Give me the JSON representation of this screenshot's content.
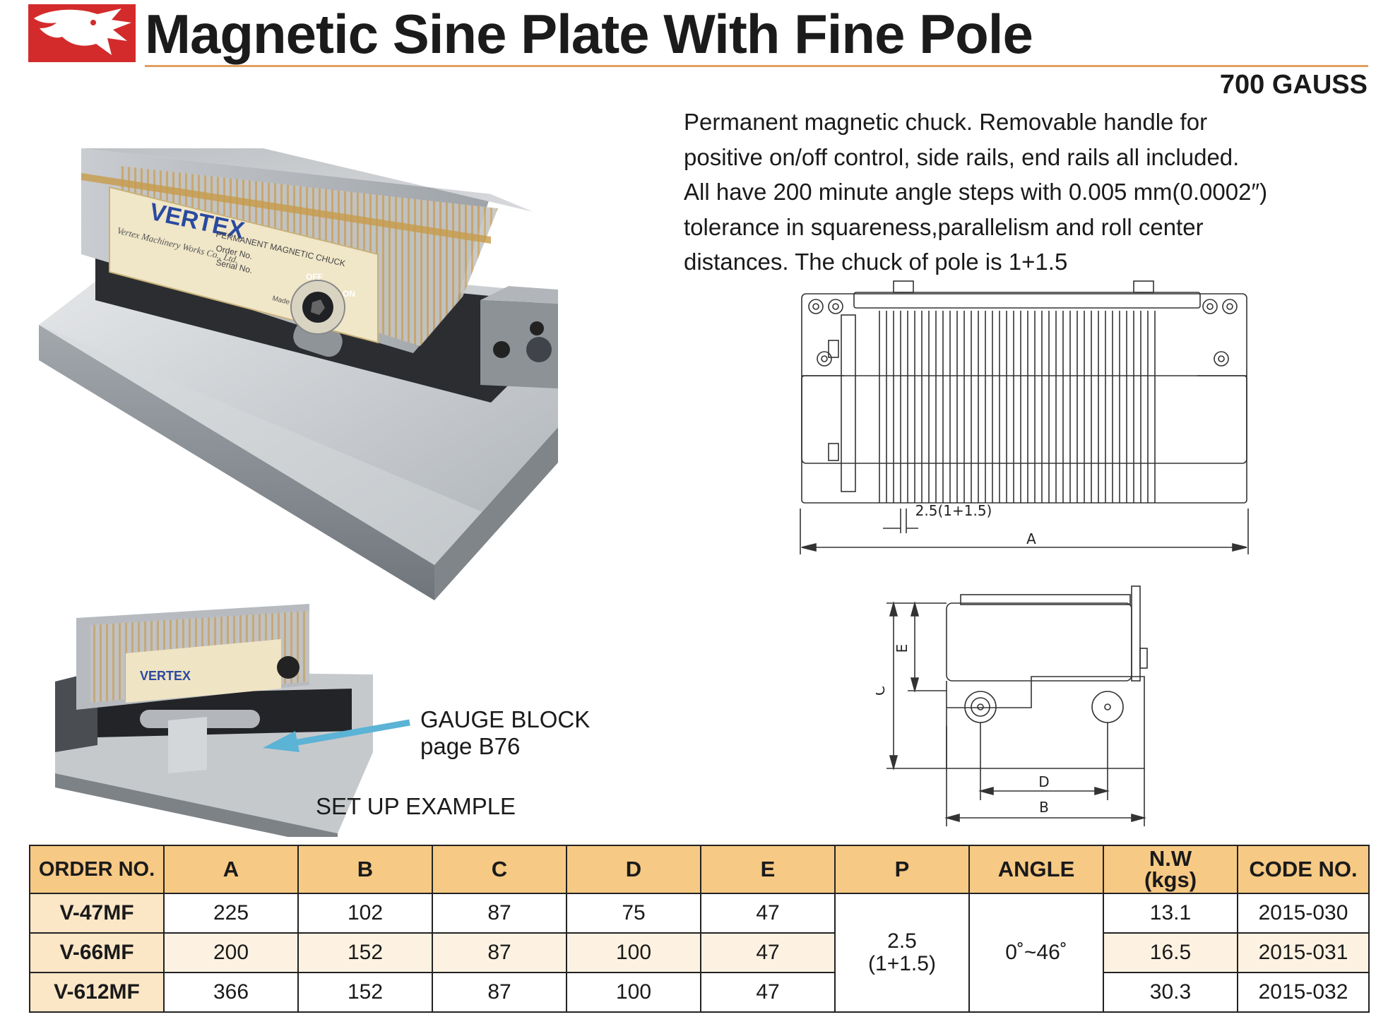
{
  "title": "Magnetic Sine Plate With Fine Pole",
  "gauss": "700 GAUSS",
  "description_lines": [
    "Permanent magnetic chuck. Removable handle for",
    "positive on/off control, side rails, end rails all included.",
    "All have 200 minute angle steps with 0.005 mm(0.0002″)",
    "tolerance in squareness,parallelism and roll center",
    "distances. The chuck of pole is 1+1.5"
  ],
  "photo": {
    "brand": "VERTEX",
    "plate_line_1": "PERMANENT MAGNETIC CHUCK",
    "plate_line_2": "Order No.",
    "plate_line_3": "Serial No.",
    "plate_company": "Vertex Machinery Works Co., Ltd.",
    "plate_made": "Made in Taiwan",
    "switch_off": "OFF",
    "switch_on": "ON"
  },
  "setup": {
    "gauge_line_1": "GAUGE BLOCK",
    "gauge_line_2": "page B76",
    "caption": "SET UP EXAMPLE"
  },
  "drawing": {
    "pitch_label": "2.5(1+1.5)",
    "dim_a": "A",
    "dim_b": "B",
    "dim_c": "C",
    "dim_d": "D",
    "dim_e": "E"
  },
  "table": {
    "headers": {
      "order": "ORDER NO.",
      "a": "A",
      "b": "B",
      "c": "C",
      "d": "D",
      "e": "E",
      "p": "P",
      "angle": "ANGLE",
      "nw_1": "N.W",
      "nw_2": "(kgs)",
      "code": "CODE NO."
    },
    "p_value_1": "2.5",
    "p_value_2": "(1+1.5)",
    "angle_value": "0˚~46˚",
    "rows": [
      {
        "order": "V-47MF",
        "a": "225",
        "b": "102",
        "c": "87",
        "d": "75",
        "e": "47",
        "nw": "13.1",
        "code": "2015-030"
      },
      {
        "order": "V-66MF",
        "a": "200",
        "b": "152",
        "c": "87",
        "d": "100",
        "e": "47",
        "nw": "16.5",
        "code": "2015-031"
      },
      {
        "order": "V-612MF",
        "a": "366",
        "b": "152",
        "c": "87",
        "d": "100",
        "e": "47",
        "nw": "30.3",
        "code": "2015-032"
      }
    ]
  },
  "colors": {
    "logo_red": "#d32b2b",
    "header_orange": "#f6c984",
    "order_cell": "#fbe6c6",
    "arrow_blue": "#5bb3d6"
  },
  "icons": [
    "eagle-logo-icon",
    "arrow-icon"
  ]
}
